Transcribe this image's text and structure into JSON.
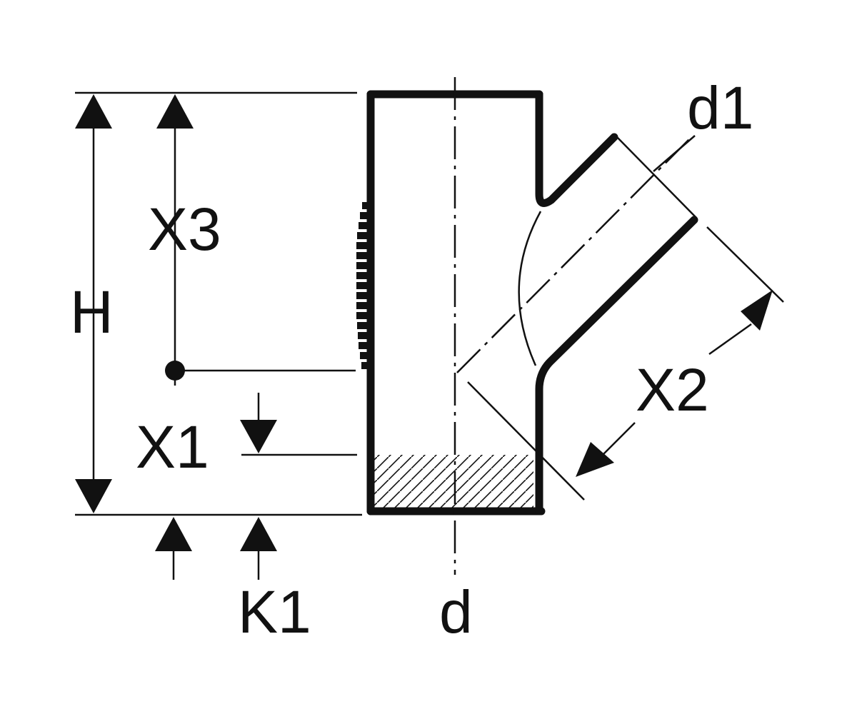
{
  "diagram": {
    "labels": {
      "H": "H",
      "X3": "X3",
      "X1": "X1",
      "X2": "X2",
      "K1": "K1",
      "d": "d",
      "d1": "d1"
    },
    "colors": {
      "ink": "#111111",
      "background": "#ffffff"
    }
  }
}
